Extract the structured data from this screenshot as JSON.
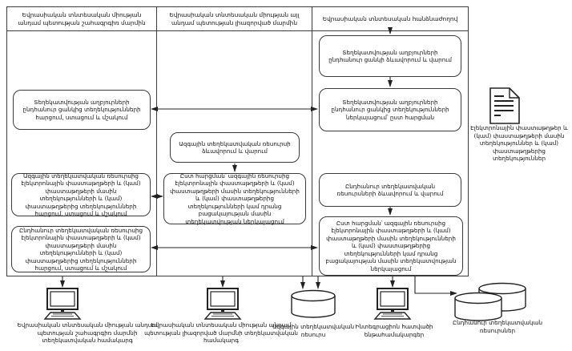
{
  "lanes": [
    {
      "title": "Եվրասիական տնտեսական միության անդամ պետության շահագրգիռ մարմին"
    },
    {
      "title": "Եվրասիական տնտեսական միության այլ անդամ պետության լիազորված մարմին"
    },
    {
      "title": "Եվրասիական տնտեսական հանձնաժողով"
    }
  ],
  "boxes": {
    "a1": "Տեղեկատվության աղբյուրների ընդհանուր ցանկից տեղեկությունների հարցում, ստացում և մշակում",
    "a2": "Ազգային տեղեկատվական ռեսուրսից էլեկտրոնային փաստաթղթերի և (կամ) փաստաթղթերի մասին տեղեկությունների և (կամ) փաստաթղթերից տեղեկությունների հարցում, ստացում և մշակում",
    "a3": "Ընդհանուր տեղեկատվական ռեսուրսից էլեկտրոնային փաստաթղթերի և (կամ) փաստաթղթերի մասին տեղեկությունների և (կամ) փաստաթղթերից տեղեկությունների հարցում, ստացում և մշակում",
    "b1": "Ազգային տեղեկատվական ռեսուրսի ձևավորում և վարում",
    "b2": "Ըստ հարցման՝ ազգային ռեսուրսից էլեկտրոնային փաստաթղթերի և (կամ) փաստաթղթերի մասին տեղեկությունների և (կամ) փաստաթղթերից տեղեկությունների կամ դրանց բացակայության մասին տեղեկատվության ներկայացում",
    "c1": "Տեղեկատվության աղբյուրների ընդհանուր ցանկի ձևավորում և վարում",
    "c2": "Տեղեկատվության աղբյուրների ընդհանուր ցանկից տեղեկությունների ներկայացում՝ ըստ հարցման",
    "c3": "Ընդհանուր տեղեկատվական ռեսուրսների ձևավորում և վարում",
    "c4": "Ըստ հարցման՝ ազգային ռեսուրսից էլեկտրոնային փաստաթղթերի և (կամ) փաստաթղթերի մասին տեղեկությունների և (կամ) փաստաթղթերից տեղեկությունների կամ դրանց բացակայության մասին տեղեկատվության ներկայացում"
  },
  "artifacts": {
    "document_note": "Էլեկտրոնային փաստաթղթեր և (կամ) փաստաթղթերի մասին տեղեկություններ և (կամ) փաստաթղթերից տեղեկություններ",
    "system1": "Եվրասիական տնտեսական միության անդամ պետության շահագրգիռ մարմնի տեղեկատվական համակարգ",
    "system2": "Եվրասիական տնտեսական միության անդամ պետության լիազորված մարմնի տեղեկատվական համակարգ",
    "national_resource": "Ազգային տեղեկատվական ռեսուրս",
    "integration_subsystems": "Ինտեգրացիոն հատվածի ենթահամակարգեր",
    "common_resources": "Ընդհանուր տեղեկատվական ռեսուրսներ"
  },
  "icons": {
    "workstation": "computer-icon",
    "database": "database-cylinder-icon",
    "document": "document-icon"
  },
  "colors": {
    "line": "#3b3b3b",
    "arrow": "#222222",
    "text": "#111111",
    "background": "#ffffff"
  }
}
